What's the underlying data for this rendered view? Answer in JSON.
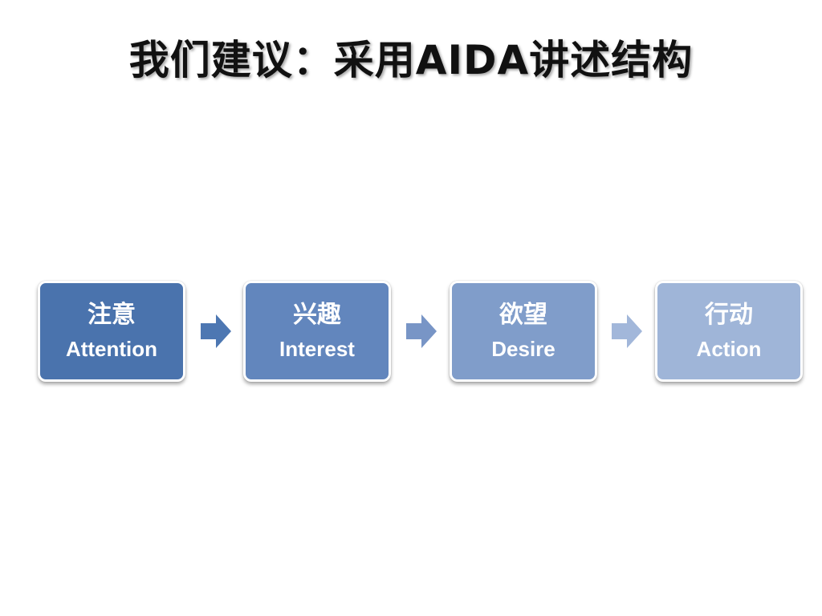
{
  "slide": {
    "title": "我们建议：采用AIDA讲述结构"
  },
  "steps": [
    {
      "zh": "注意",
      "en": "Attention",
      "color": "#4a73ad"
    },
    {
      "zh": "兴趣",
      "en": "Interest",
      "color": "#6286bd"
    },
    {
      "zh": "欲望",
      "en": "Desire",
      "color": "#809dca"
    },
    {
      "zh": "行动",
      "en": "Action",
      "color": "#9fb5d8"
    }
  ],
  "arrows": [
    {
      "color": "#4d77b2",
      "icon": "right-arrow-icon"
    },
    {
      "color": "#7895c6",
      "icon": "right-arrow-icon"
    },
    {
      "color": "#a2b7da",
      "icon": "right-arrow-icon"
    }
  ]
}
